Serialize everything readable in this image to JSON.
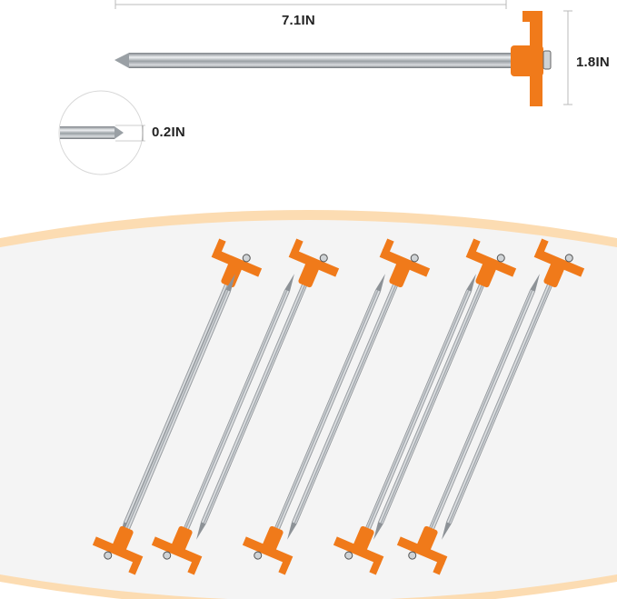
{
  "product": {
    "name": "tent stake",
    "colors": {
      "head": "#f07a1a",
      "head_dark": "#d8620c",
      "shaft_light": "#e6e8ea",
      "shaft_dark": "#8a8f94",
      "band": "#fbd9ae",
      "panel": "#f4f4f4"
    }
  },
  "dimensions": {
    "length_label": "7.1IN",
    "head_width_label": "1.8IN",
    "tip_diameter_label": "0.2IN"
  },
  "pairs": {
    "count": 5
  }
}
